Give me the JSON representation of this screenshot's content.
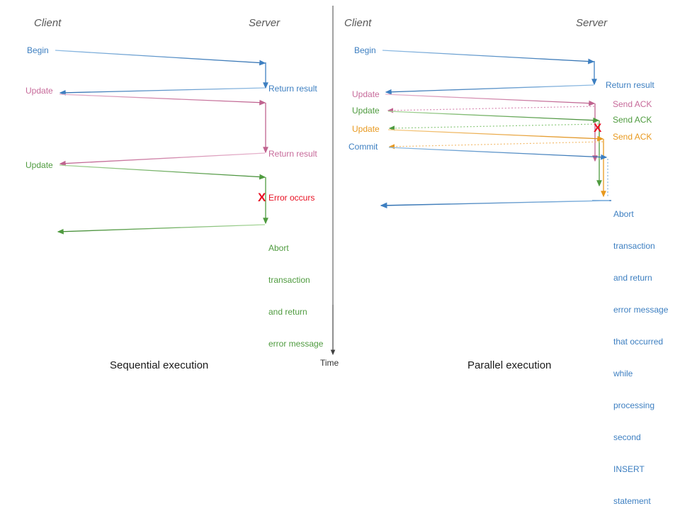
{
  "diagram": {
    "title_colors": {
      "blue": "#3d7fc1",
      "pink": "#c76a9a",
      "green": "#4f9b3f",
      "orange": "#e8991f",
      "red": "#e81123",
      "header_gray": "#595959",
      "axis_gray": "#404040"
    },
    "time_axis_label": "Time",
    "divider": "vertical-separator"
  },
  "left": {
    "caption": "Sequential execution",
    "client_header": "Client",
    "server_header": "Server",
    "messages": {
      "begin": "Begin",
      "return_result_1": "Return result",
      "update_1": "Update",
      "return_result_2": "Return result",
      "update_2": "Update",
      "error_occurs": "Error occurs",
      "x_mark": "X",
      "abort_line1": "Abort",
      "abort_line2": "transaction",
      "abort_line3": "and return",
      "abort_line4": "error message"
    }
  },
  "right": {
    "caption": "Parallel execution",
    "client_header": "Client",
    "server_header": "Server",
    "messages": {
      "begin": "Begin",
      "return_result": "Return result",
      "update_1": "Update",
      "send_ack_1": "Send ACK",
      "update_2": "Update",
      "send_ack_2": "Send ACK",
      "update_3": "Update",
      "send_ack_3": "Send ACK",
      "commit": "Commit",
      "x_mark": "X",
      "abort_line1": "Abort",
      "abort_line2": "transaction",
      "abort_line3": "and return",
      "abort_line4": "error message",
      "abort_line5": "that occurred",
      "abort_line6": "while",
      "abort_line7": "processing",
      "abort_line8": "second",
      "abort_line9": "INSERT",
      "abort_line10": "statement"
    }
  }
}
